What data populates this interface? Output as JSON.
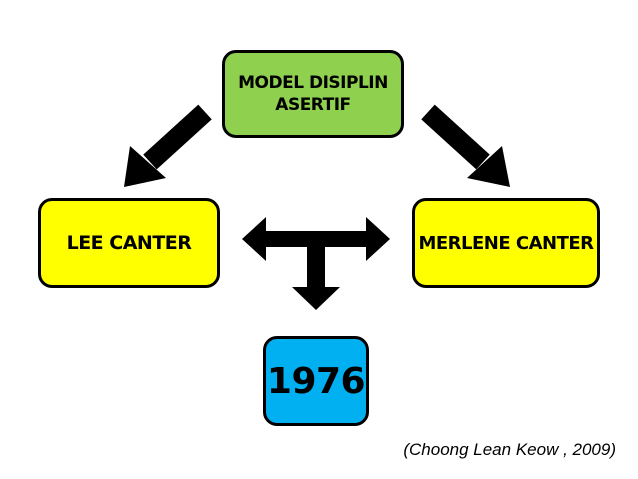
{
  "diagram": {
    "top_box": "MODEL DISIPLIN\nASERTIF",
    "left_box": "LEE CANTER",
    "right_box": "MERLENE CANTER",
    "bottom_box": "1976",
    "citation": "(Choong Lean Keow , 2009)"
  },
  "colors": {
    "top_box": "#8fd14f",
    "side_boxes": "#ffff00",
    "bottom_box": "#00b0f0",
    "arrows": "#000000"
  }
}
